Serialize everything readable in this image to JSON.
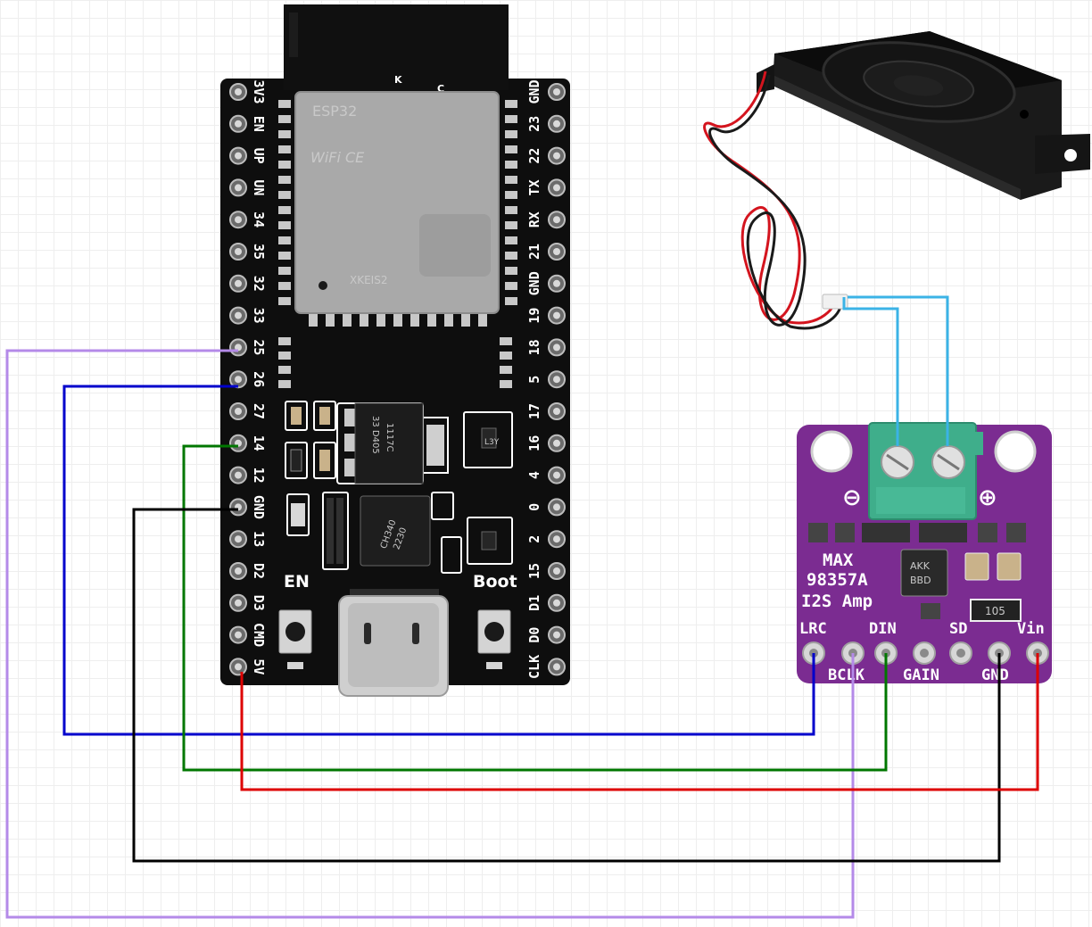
{
  "esp32": {
    "module_marks": [
      "ESP32",
      "WiFi CE",
      "XKEIS2"
    ],
    "left_pins": [
      "3V3",
      "EN",
      "UP",
      "UN",
      "34",
      "35",
      "32",
      "33",
      "25",
      "26",
      "27",
      "14",
      "12",
      "GND",
      "13",
      "D2",
      "D3",
      "CMD",
      "5V"
    ],
    "right_pins": [
      "GND",
      "23",
      "22",
      "TX",
      "RX",
      "21",
      "GND",
      "19",
      "18",
      "5",
      "17",
      "16",
      "4",
      "0",
      "2",
      "15",
      "D1",
      "D0",
      "CLK"
    ],
    "en_label": "EN",
    "boot_label": "Boot",
    "regulator_text": [
      "1117C",
      "33 D405"
    ],
    "usb_chip_text": [
      "CH340",
      "2230"
    ],
    "antenna_marks": [
      "K",
      "C"
    ],
    "transistor_text": "L3Y",
    "colors": {
      "pcb": "#0e0e0e",
      "module": "#a9a9a9"
    }
  },
  "amp": {
    "title_lines": [
      "MAX",
      "98357A",
      "I2S Amp"
    ],
    "top_pins": [
      "LRC",
      "DIN",
      "SD"
    ],
    "top_pin_vin": "Vin",
    "bottom_pins": [
      "BCLK",
      "GAIN",
      "GND"
    ],
    "chip_text": [
      "AKK",
      "BBD"
    ],
    "resistor_text": "105",
    "terminal_minus": "⊖",
    "terminal_plus": "⊕",
    "colors": {
      "pcb": "#7b2c91",
      "terminal": "#3fae8b"
    }
  },
  "wires": {
    "colors": {
      "lrc": "#b48ae8",
      "bclk": "#0000cc",
      "din": "#007700",
      "gnd": "#000000",
      "vin": "#dd0000",
      "speaker": "#3bb3e6"
    }
  }
}
